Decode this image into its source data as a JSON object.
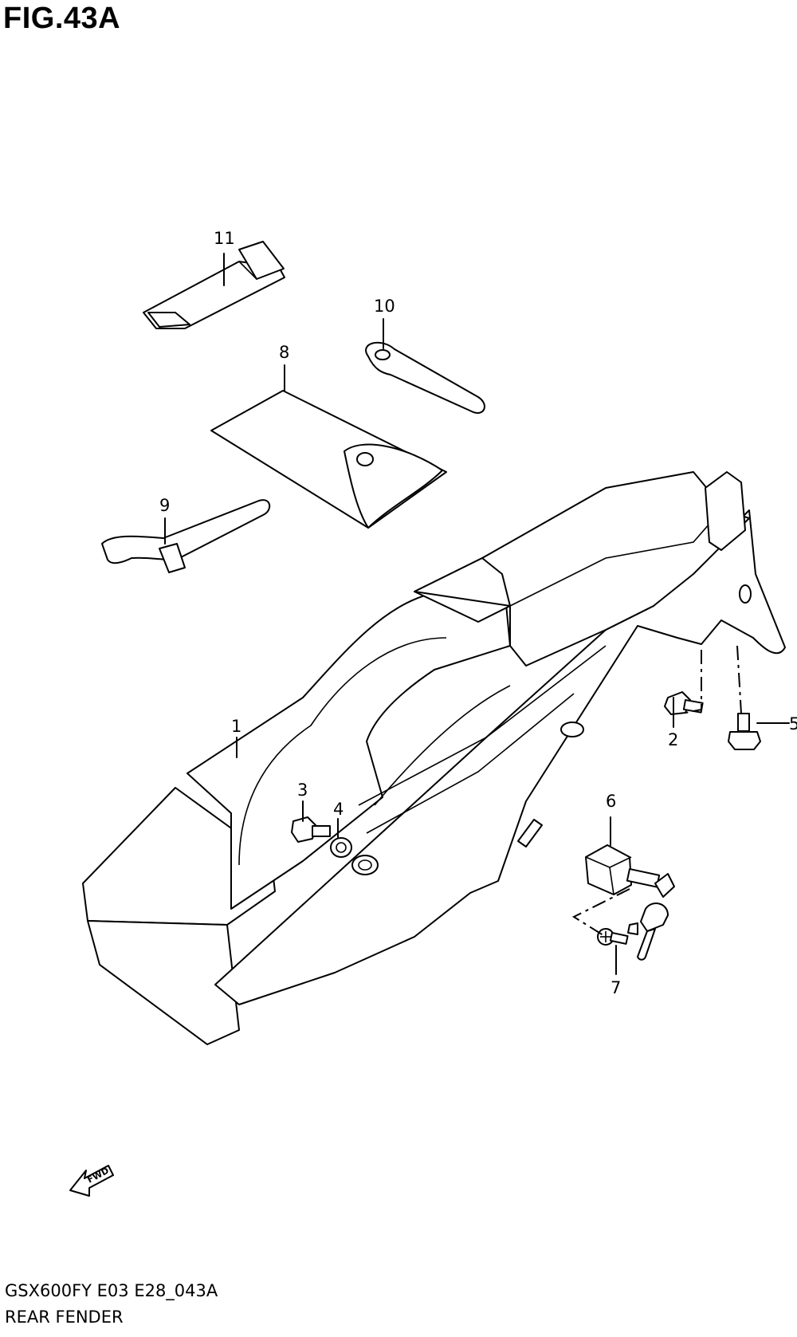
{
  "figure": {
    "title": "FIG.43A",
    "code": "GSX600FY E03 E28_043A",
    "name": "REAR FENDER"
  },
  "callouts": [
    {
      "id": "1",
      "label": "1"
    },
    {
      "id": "2",
      "label": "2"
    },
    {
      "id": "3",
      "label": "3"
    },
    {
      "id": "4",
      "label": "4"
    },
    {
      "id": "5",
      "label": "5"
    },
    {
      "id": "6",
      "label": "6"
    },
    {
      "id": "7",
      "label": "7"
    },
    {
      "id": "8",
      "label": "8"
    },
    {
      "id": "9",
      "label": "9"
    },
    {
      "id": "10",
      "label": "10"
    },
    {
      "id": "11",
      "label": "11"
    }
  ],
  "fwd_arrow": {
    "label": "FWD"
  }
}
